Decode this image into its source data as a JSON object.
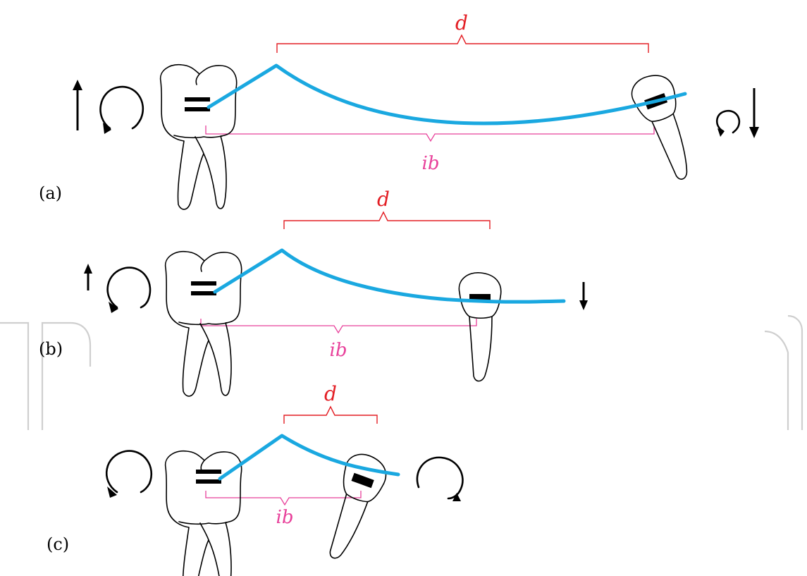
{
  "panels": [
    {
      "id": "a",
      "label": "(a)",
      "dimension_label": "d",
      "interbracket_label": "ib"
    },
    {
      "id": "b",
      "label": "(b)",
      "dimension_label": "d",
      "interbracket_label": "ib"
    },
    {
      "id": "c",
      "label": "(c)",
      "dimension_label": "d",
      "interbracket_label": "ib"
    }
  ],
  "colors": {
    "wire": "#1aa8e0",
    "dimension_d": "#e31e24",
    "dimension_ib": "#e8409a",
    "outline": "#000000",
    "watermark": "#cfcfcf"
  },
  "icons": {
    "molar": "molar-tooth-icon",
    "premolar": "premolar-tooth-icon",
    "bracket": "bracket-slot-icon",
    "extrusion": "up-arrow-icon",
    "intrusion": "down-arrow-icon",
    "moment": "rotation-arrow-icon"
  }
}
